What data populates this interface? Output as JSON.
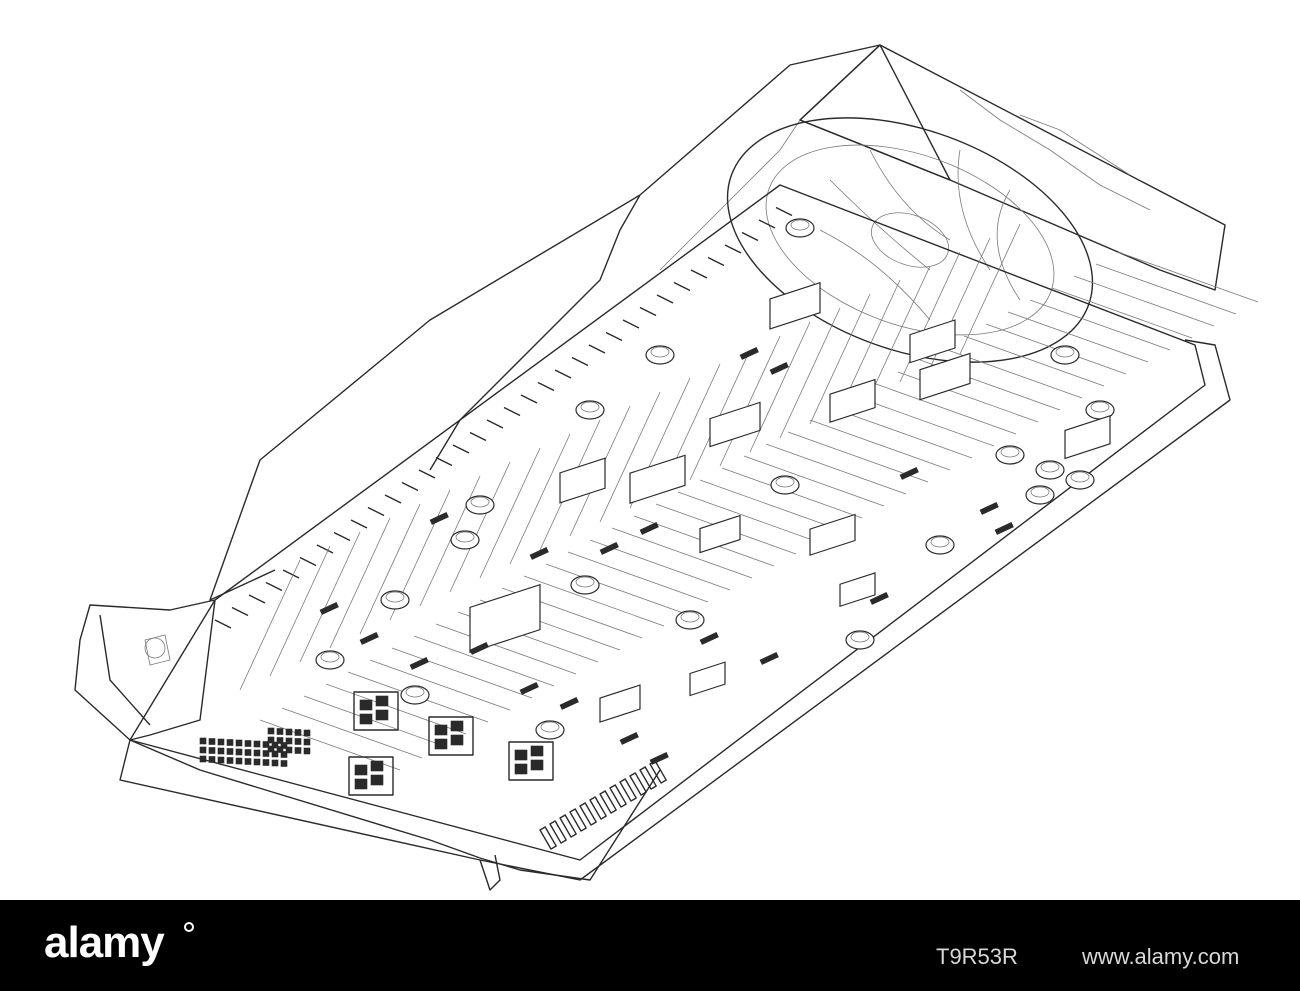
{
  "illustration": {
    "subject": "graphics-card-wireframe",
    "stroke_color": "#2a2a2a",
    "background_color": "#ffffff"
  },
  "watermark": {
    "brand": "alamy",
    "image_id": "T9R53R",
    "site": "www.alamy.com",
    "bar_color": "#000000",
    "text_color": "#ffffff"
  }
}
